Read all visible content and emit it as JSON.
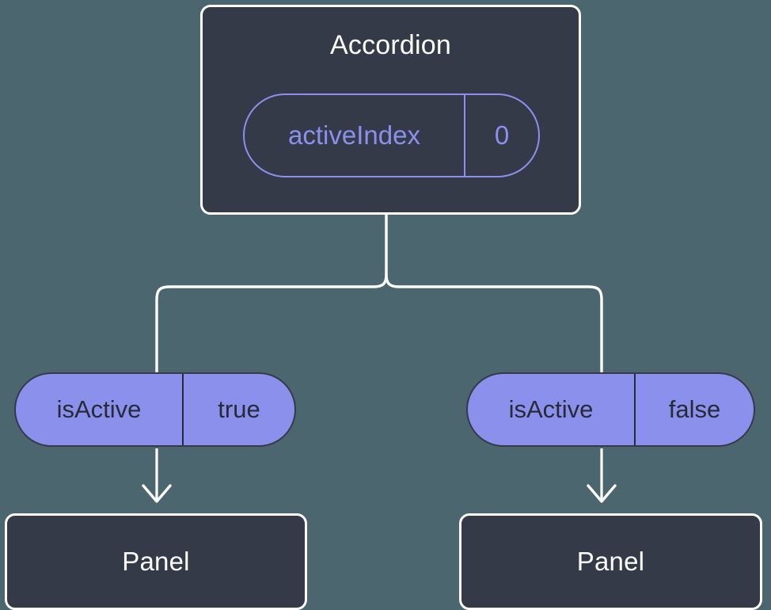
{
  "diagram": {
    "type": "component-state-tree",
    "background_color": "#4b666e",
    "node_fill": "#343a48",
    "node_border": "#ffffff",
    "accent_color": "#8a90ec",
    "edge_color": "#ffffff",
    "root": {
      "title": "Accordion",
      "badge": {
        "key": "activeIndex",
        "value": "0"
      }
    },
    "branches": [
      {
        "pill": {
          "key": "isActive",
          "value": "true"
        },
        "child": {
          "title": "Panel"
        }
      },
      {
        "pill": {
          "key": "isActive",
          "value": "false"
        },
        "child": {
          "title": "Panel"
        }
      }
    ]
  }
}
